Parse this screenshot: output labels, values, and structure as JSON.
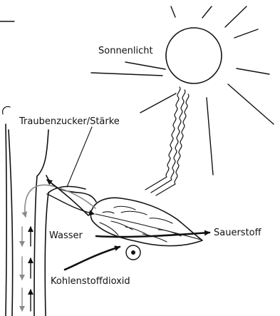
{
  "labels": {
    "sunlight": "Sonnenlicht",
    "glucose": "Traubenzucker/Stärke",
    "water": "Wasser",
    "oxygen": "Sauerstoff",
    "co2": "Kohlenstoffdioxid"
  },
  "colors": {
    "ink": "#111111",
    "flow_grey": "#8a8a8a",
    "background": "#ffffff"
  }
}
